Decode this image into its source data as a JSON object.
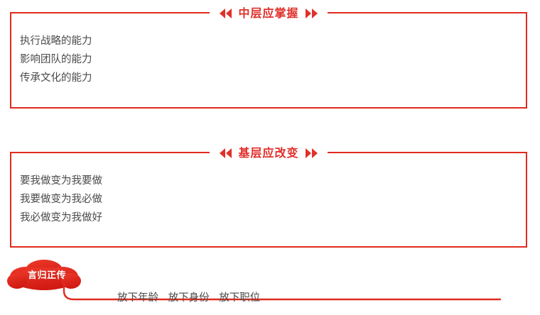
{
  "slide": {
    "background_color": "#ffffff",
    "accent_color": "#e0302a",
    "text_color": "#4a4a4a"
  },
  "sections": [
    {
      "id": "middle-level",
      "heading": "中层应掌握",
      "left_arrows_icon": "double-triangle-left-icon",
      "right_arrows_icon": "double-triangle-right-icon",
      "lines": [
        "执行战略的能力",
        "影响团队的能力",
        "传承文化的能力"
      ]
    },
    {
      "id": "base-level",
      "heading": "基层应改变",
      "left_arrows_icon": "double-triangle-left-icon",
      "right_arrows_icon": "double-triangle-right-icon",
      "lines": [
        "要我做变为我要做",
        "我要做变为我必做",
        "我必做变为我做好"
      ]
    }
  ],
  "callout": {
    "badge_label": "言归正传",
    "badge_icon": "cloud-shape-icon",
    "items": [
      "放下年龄",
      "放下身份",
      "放下职位"
    ]
  }
}
